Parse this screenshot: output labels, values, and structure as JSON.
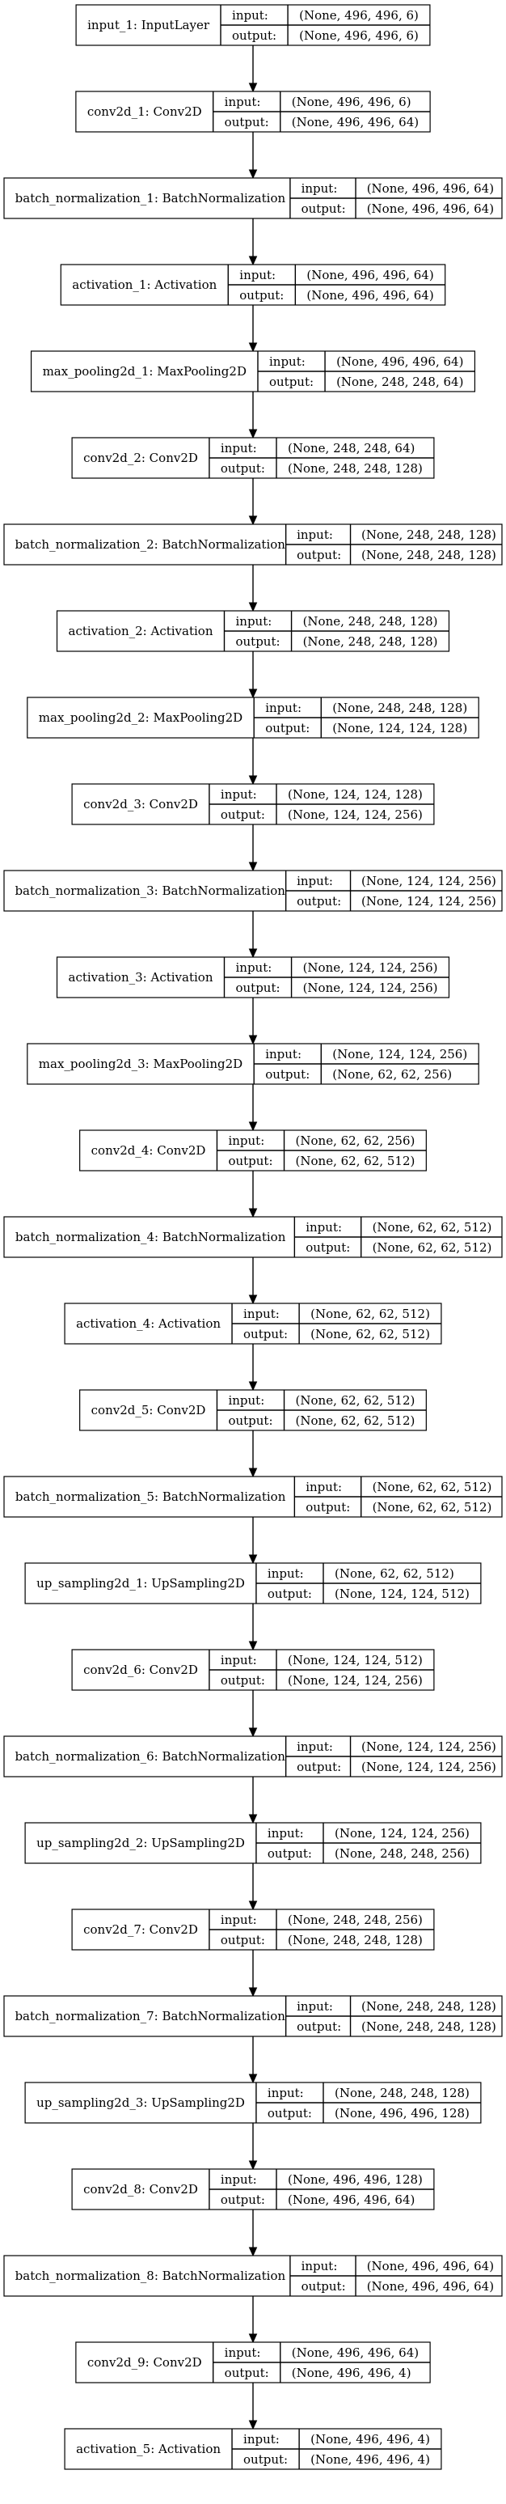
{
  "labels": {
    "input": "input:",
    "output": "output:"
  },
  "layers": [
    {
      "name": "input_1: InputLayer",
      "input": "(None, 496, 496, 6)",
      "output": "(None, 496, 496, 6)"
    },
    {
      "name": "conv2d_1: Conv2D",
      "input": "(None, 496, 496, 6)",
      "output": "(None, 496, 496, 64)"
    },
    {
      "name": "batch_normalization_1: BatchNormalization",
      "input": "(None, 496, 496, 64)",
      "output": "(None, 496, 496, 64)"
    },
    {
      "name": "activation_1: Activation",
      "input": "(None, 496, 496, 64)",
      "output": "(None, 496, 496, 64)"
    },
    {
      "name": "max_pooling2d_1: MaxPooling2D",
      "input": "(None, 496, 496, 64)",
      "output": "(None, 248, 248, 64)"
    },
    {
      "name": "conv2d_2: Conv2D",
      "input": "(None, 248, 248, 64)",
      "output": "(None, 248, 248, 128)"
    },
    {
      "name": "batch_normalization_2: BatchNormalization",
      "input": "(None, 248, 248, 128)",
      "output": "(None, 248, 248, 128)"
    },
    {
      "name": "activation_2: Activation",
      "input": "(None, 248, 248, 128)",
      "output": "(None, 248, 248, 128)"
    },
    {
      "name": "max_pooling2d_2: MaxPooling2D",
      "input": "(None, 248, 248, 128)",
      "output": "(None, 124, 124, 128)"
    },
    {
      "name": "conv2d_3: Conv2D",
      "input": "(None, 124, 124, 128)",
      "output": "(None, 124, 124, 256)"
    },
    {
      "name": "batch_normalization_3: BatchNormalization",
      "input": "(None, 124, 124, 256)",
      "output": "(None, 124, 124, 256)"
    },
    {
      "name": "activation_3: Activation",
      "input": "(None, 124, 124, 256)",
      "output": "(None, 124, 124, 256)"
    },
    {
      "name": "max_pooling2d_3: MaxPooling2D",
      "input": "(None, 124, 124, 256)",
      "output": "(None, 62, 62, 256)"
    },
    {
      "name": "conv2d_4: Conv2D",
      "input": "(None, 62, 62, 256)",
      "output": "(None, 62, 62, 512)"
    },
    {
      "name": "batch_normalization_4: BatchNormalization",
      "input": "(None, 62, 62, 512)",
      "output": "(None, 62, 62, 512)"
    },
    {
      "name": "activation_4: Activation",
      "input": "(None, 62, 62, 512)",
      "output": "(None, 62, 62, 512)"
    },
    {
      "name": "conv2d_5: Conv2D",
      "input": "(None, 62, 62, 512)",
      "output": "(None, 62, 62, 512)"
    },
    {
      "name": "batch_normalization_5: BatchNormalization",
      "input": "(None, 62, 62, 512)",
      "output": "(None, 62, 62, 512)"
    },
    {
      "name": "up_sampling2d_1: UpSampling2D",
      "input": "(None, 62, 62, 512)",
      "output": "(None, 124, 124, 512)"
    },
    {
      "name": "conv2d_6: Conv2D",
      "input": "(None, 124, 124, 512)",
      "output": "(None, 124, 124, 256)"
    },
    {
      "name": "batch_normalization_6: BatchNormalization",
      "input": "(None, 124, 124, 256)",
      "output": "(None, 124, 124, 256)"
    },
    {
      "name": "up_sampling2d_2: UpSampling2D",
      "input": "(None, 124, 124, 256)",
      "output": "(None, 248, 248, 256)"
    },
    {
      "name": "conv2d_7: Conv2D",
      "input": "(None, 248, 248, 256)",
      "output": "(None, 248, 248, 128)"
    },
    {
      "name": "batch_normalization_7: BatchNormalization",
      "input": "(None, 248, 248, 128)",
      "output": "(None, 248, 248, 128)"
    },
    {
      "name": "up_sampling2d_3: UpSampling2D",
      "input": "(None, 248, 248, 128)",
      "output": "(None, 496, 496, 128)"
    },
    {
      "name": "conv2d_8: Conv2D",
      "input": "(None, 496, 496, 128)",
      "output": "(None, 496, 496, 64)"
    },
    {
      "name": "batch_normalization_8: BatchNormalization",
      "input": "(None, 496, 496, 64)",
      "output": "(None, 496, 496, 64)"
    },
    {
      "name": "conv2d_9: Conv2D",
      "input": "(None, 496, 496, 64)",
      "output": "(None, 496, 496, 4)"
    },
    {
      "name": "activation_5: Activation",
      "input": "(None, 496, 496, 4)",
      "output": "(None, 496, 496, 4)"
    }
  ]
}
